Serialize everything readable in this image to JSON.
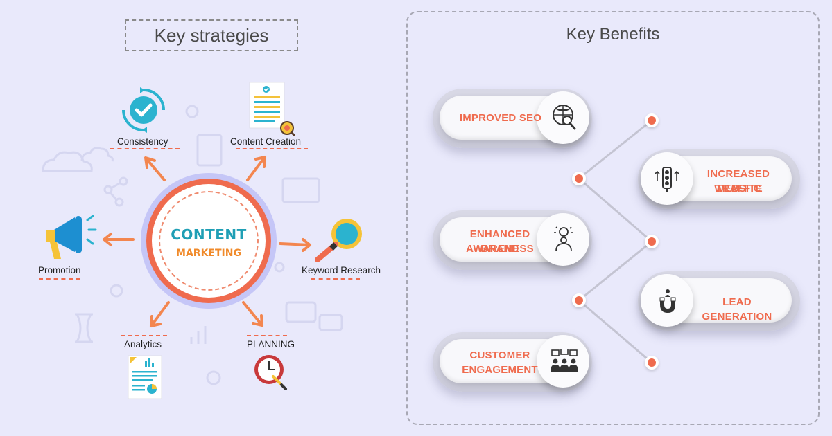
{
  "left_section": {
    "title": "Key strategies",
    "center": {
      "line1": "CONTENT",
      "line2": "MARKETING"
    },
    "strategies": [
      {
        "label": "Consistency",
        "icon": "check-cycle-icon"
      },
      {
        "label": "Content Creation",
        "icon": "document-icon"
      },
      {
        "label": "Promotion",
        "icon": "megaphone-icon"
      },
      {
        "label": "Keyword Research",
        "icon": "magnifier-icon"
      },
      {
        "label": "Analytics",
        "icon": "analytics-report-icon"
      },
      {
        "label": "PLANNING",
        "icon": "clock-icon"
      }
    ]
  },
  "right_section": {
    "title": "Key Benefits",
    "benefits": [
      {
        "label_line1": "IMPROVED SEO",
        "label_line2": "",
        "icon": "seo-search-icon"
      },
      {
        "label_line1": "INCREASED WEBSITE",
        "label_line2": "TRAFFIC",
        "icon": "traffic-light-icon"
      },
      {
        "label_line1": "ENHANCED BRAND",
        "label_line2": "AWARENESS",
        "icon": "idea-person-icon"
      },
      {
        "label_line1": "LEAD GENERATION",
        "label_line2": "",
        "icon": "magnet-icon"
      },
      {
        "label_line1": "CUSTOMER",
        "label_line2": "ENGAGEMENT",
        "icon": "people-chat-icon"
      }
    ]
  },
  "colors": {
    "background": "#e9e9fb",
    "accent": "#ef6b4e",
    "teal": "#1f9fb5",
    "orange": "#f08a2a"
  }
}
